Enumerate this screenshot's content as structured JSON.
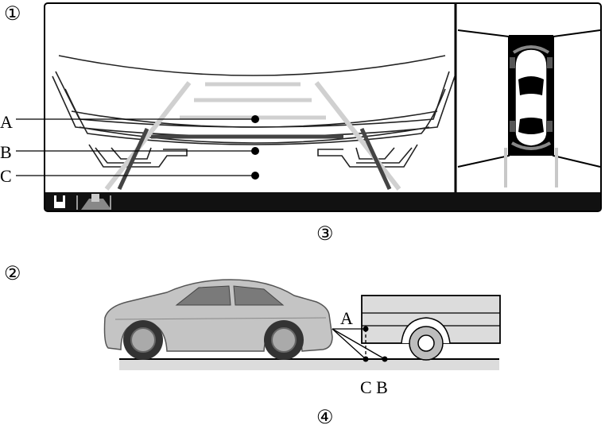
{
  "markers": {
    "m1": "①",
    "m2": "②",
    "m3": "③",
    "m4": "④"
  },
  "top_labels": {
    "a": "A",
    "b": "B",
    "c": "C"
  },
  "bottom_labels": {
    "a": "A",
    "cb": "C B"
  }
}
